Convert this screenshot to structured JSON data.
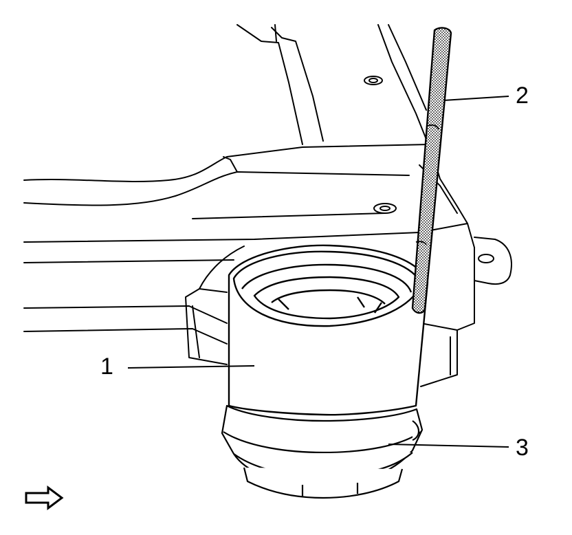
{
  "callouts": {
    "one": "1",
    "two": "2",
    "three": "3"
  },
  "icons": {
    "view_arrow": "outline-arrow-right-icon"
  },
  "colors": {
    "line": "#000000",
    "background": "#ffffff"
  }
}
